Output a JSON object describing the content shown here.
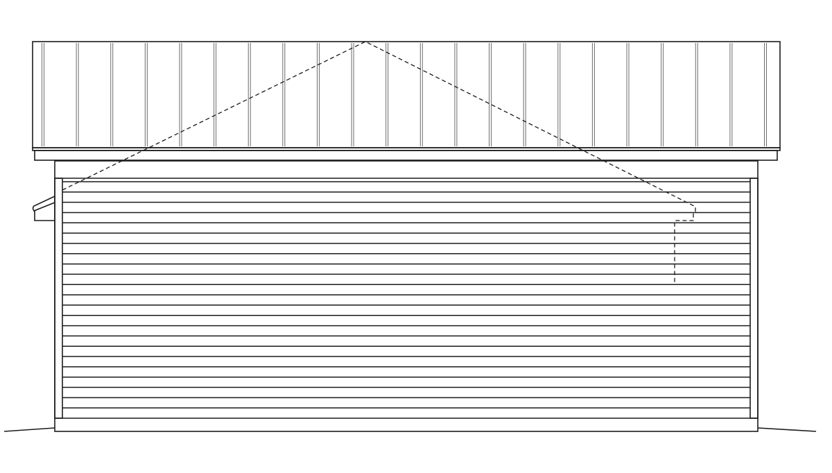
{
  "drawing": {
    "type": "building-elevation",
    "roof_panel_count": 22,
    "siding_course_count": 23,
    "colors": {
      "line": "#1a1a1a",
      "seam": "#6b6b6b",
      "background": "#ffffff"
    }
  }
}
